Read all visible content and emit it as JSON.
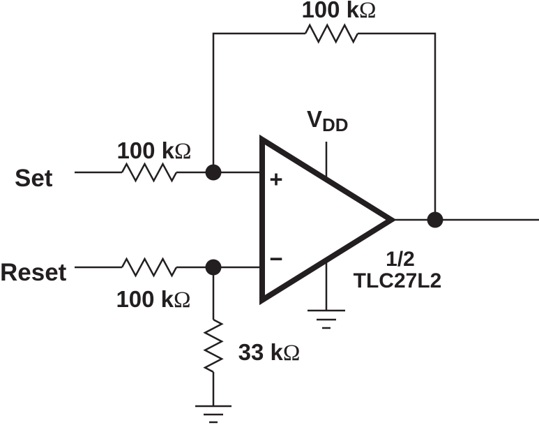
{
  "diagram": {
    "description": "Op-amp set/reset flip-flop schematic using one half of a TLC27L2",
    "line_color": "#231f20",
    "background_color": "#ffffff"
  },
  "terminals": {
    "set": {
      "label": "Set"
    },
    "reset": {
      "label": "Reset"
    }
  },
  "resistors": {
    "feedback": {
      "value": "100 k",
      "unit": "Ω"
    },
    "set_input": {
      "value": "100 k",
      "unit": "Ω"
    },
    "reset_input": {
      "value": "100 k",
      "unit": "Ω"
    },
    "divider": {
      "value": "33 k",
      "unit": "Ω"
    }
  },
  "opamp": {
    "noninverting_label": "+",
    "inverting_label": "−",
    "supply_label_main": "V",
    "supply_label_sub": "DD",
    "designator_line1": "1/2",
    "designator_line2": "TLC27L2"
  }
}
